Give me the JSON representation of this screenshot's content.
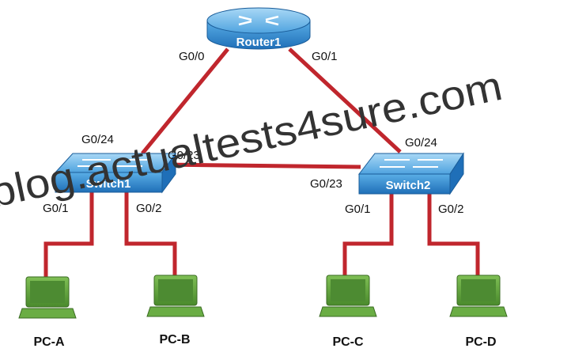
{
  "colors": {
    "link": "#c0262d",
    "device_blue": "#2b7fc8",
    "device_top": "#7ec3ee",
    "pc_green": "#5b9b3b",
    "pc_screen": "#3f7d2a"
  },
  "router": {
    "name": "Router1",
    "icon": "router-icon"
  },
  "switches": [
    {
      "name": "Switch1",
      "icon": "switch-icon"
    },
    {
      "name": "Switch2",
      "icon": "switch-icon"
    }
  ],
  "pcs": [
    {
      "name": "PC-A",
      "icon": "laptop-icon"
    },
    {
      "name": "PC-B",
      "icon": "laptop-icon"
    },
    {
      "name": "PC-C",
      "icon": "laptop-icon"
    },
    {
      "name": "PC-D",
      "icon": "laptop-icon"
    }
  ],
  "ports": {
    "r1_g00": "G0/0",
    "r1_g01": "G0/1",
    "s1_g024": "G0/24",
    "s1_g023": "G0/23",
    "s1_g01": "G0/1",
    "s1_g02": "G0/2",
    "s2_g024": "G0/24",
    "s2_g023": "G0/23",
    "s2_g01": "G0/1",
    "s2_g02": "G0/2"
  },
  "watermark": "blog.actualtests4sure.com"
}
